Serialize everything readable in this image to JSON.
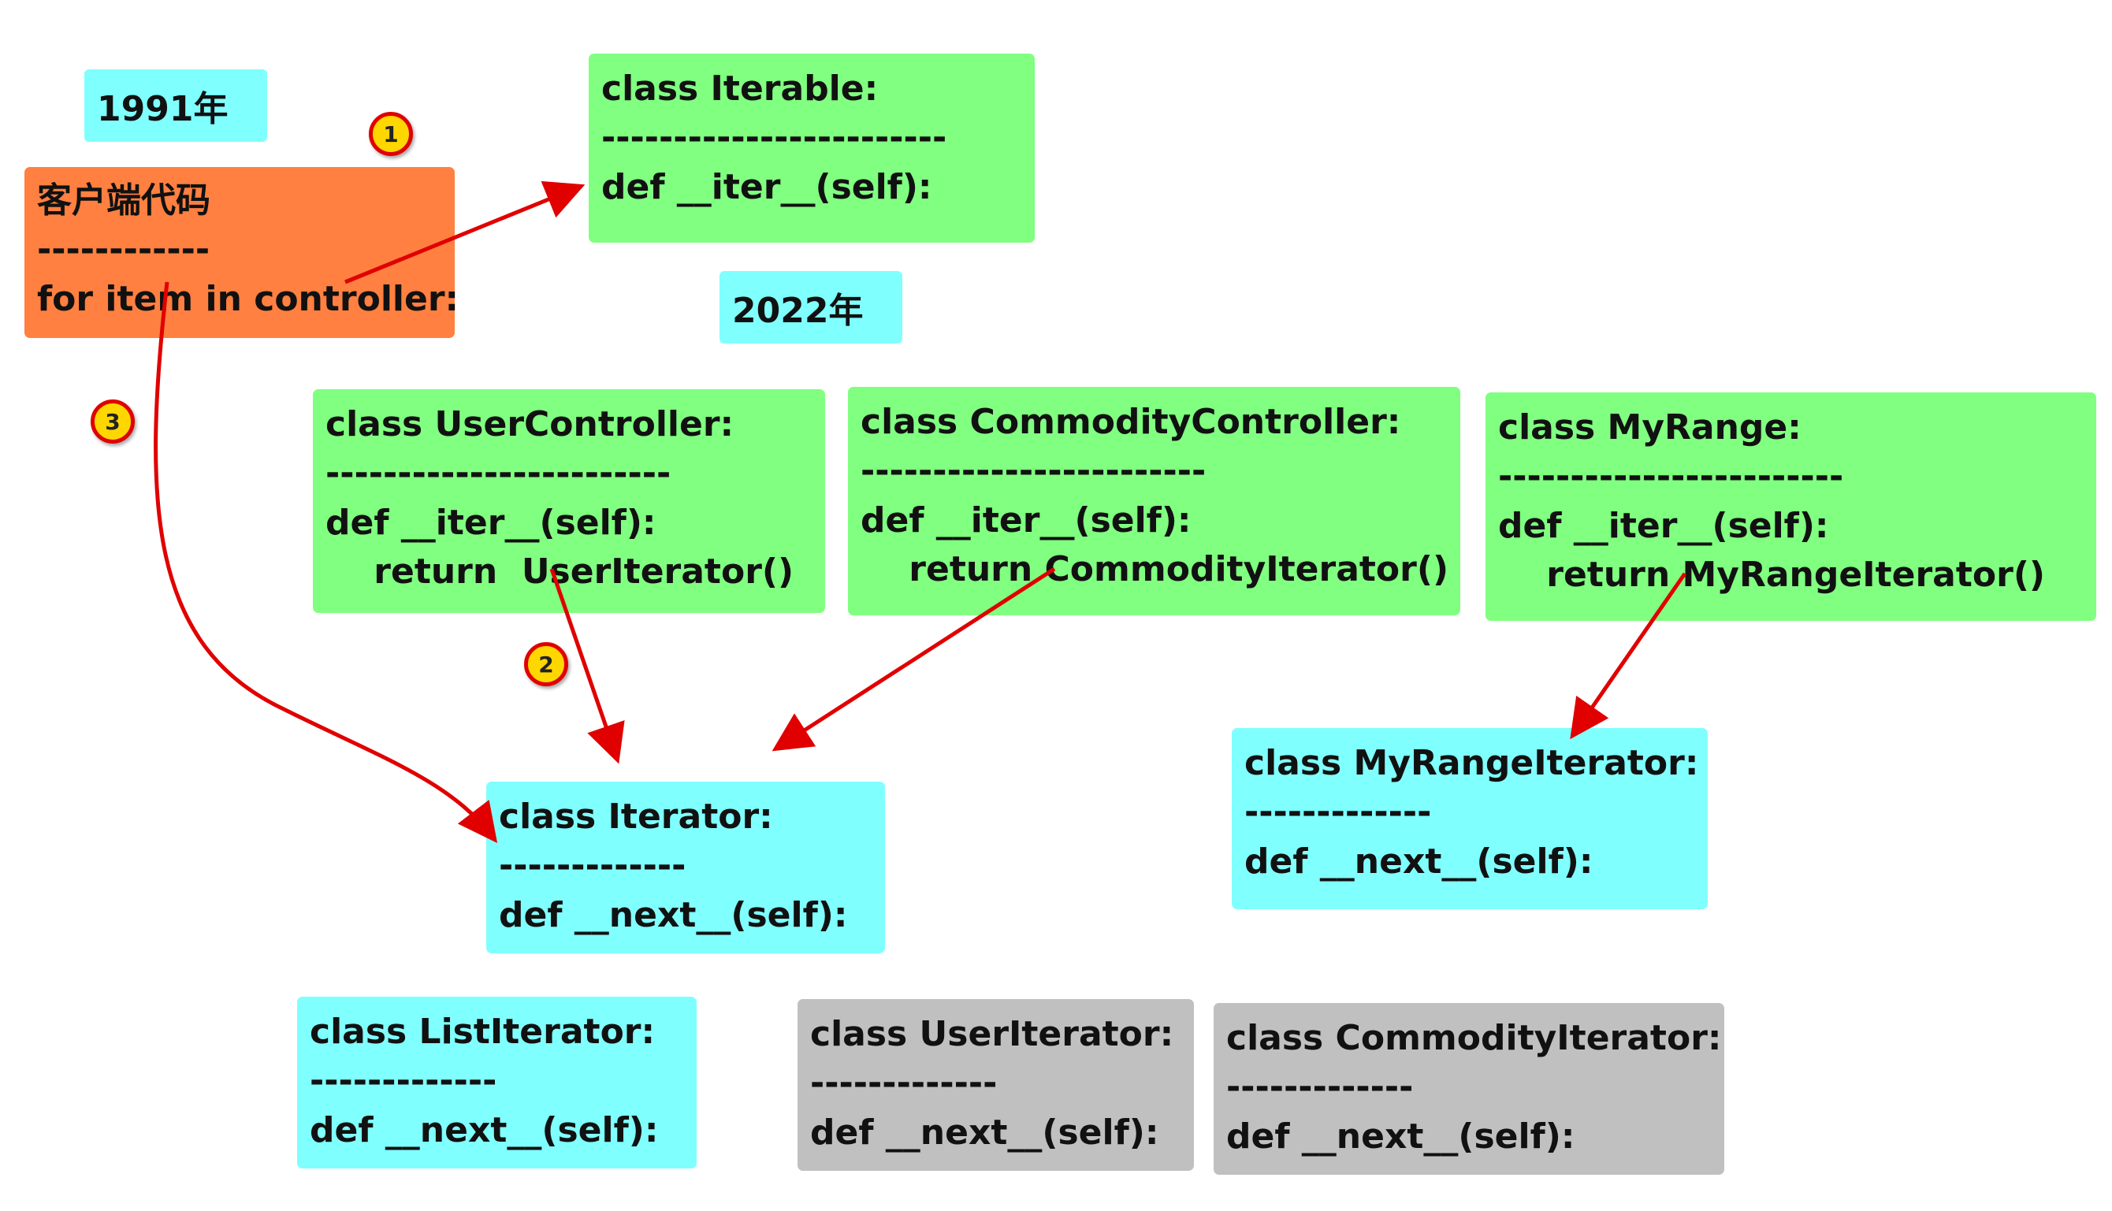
{
  "tags": {
    "year_1991": "1991年",
    "year_2022": "2022年"
  },
  "client": {
    "title": "客户端代码",
    "sep": "------------",
    "code": "for item in controller:"
  },
  "iterable": {
    "title": "class Iterable:",
    "sep": "------------------------",
    "method": "def __iter__(self):"
  },
  "user_controller": {
    "title": "class UserController:",
    "sep": "------------------------",
    "method": "def __iter__(self):",
    "ret": "    return  UserIterator()"
  },
  "commodity_controller": {
    "title": "class CommodityController:",
    "sep": "------------------------",
    "method": "def __iter__(self):",
    "ret": "    return CommodityIterator()"
  },
  "my_range": {
    "title": "class MyRange:",
    "sep": "------------------------",
    "method": "def __iter__(self):",
    "ret": "    return MyRangeIterator()"
  },
  "iterator": {
    "title": "class Iterator:",
    "sep": "-------------",
    "method": "def __next__(self):"
  },
  "my_range_iterator": {
    "title": "class MyRangeIterator:",
    "sep": "-------------",
    "method": "def __next__(self):"
  },
  "list_iterator": {
    "title": "class ListIterator:",
    "sep": "-------------",
    "method": "def __next__(self):"
  },
  "user_iterator": {
    "title": "class UserIterator:",
    "sep": "-------------",
    "method": "def __next__(self):"
  },
  "commodity_iterator": {
    "title": "class CommodityIterator:",
    "sep": "-------------",
    "method": "def __next__(self):"
  },
  "badges": [
    "1",
    "2",
    "3"
  ],
  "colors": {
    "green": "#80ff80",
    "cyan": "#80ffff",
    "gray": "#c0c0c0",
    "orange": "#ff8040",
    "arrow": "#e00000",
    "badge_fill": "#ffd700"
  }
}
